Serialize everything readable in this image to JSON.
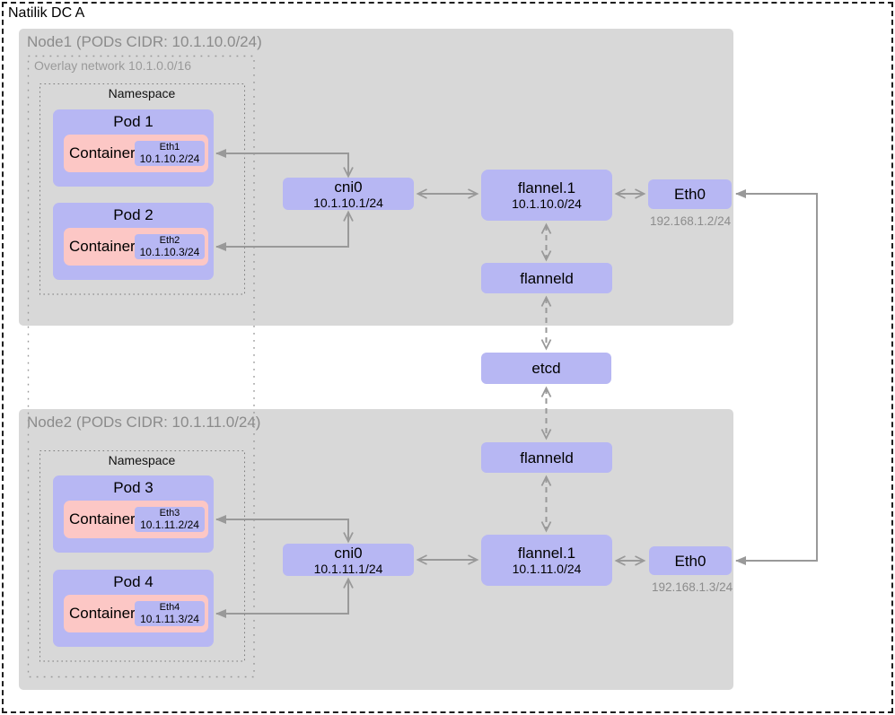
{
  "page_title": "Natilik DC A",
  "overlay": {
    "label": "Overlay network 10.1.0.0/16"
  },
  "etcd": {
    "label": "etcd"
  },
  "colors": {
    "box_lavender": "#b7b7f3",
    "container_pink": "#fcc7c5",
    "node_gray": "#d8d8d8",
    "arrow_gray": "#999999",
    "muted_text": "#8b8b8b"
  },
  "nodes": [
    {
      "title": "Node1 (PODs CIDR: 10.1.10.0/24)",
      "namespace_label": "Namespace",
      "pods": [
        {
          "title": "Pod 1",
          "container_label": "Container",
          "eth_label": "Eth1",
          "eth_ip": "10.1.10.2/24"
        },
        {
          "title": "Pod 2",
          "container_label": "Container",
          "eth_label": "Eth2",
          "eth_ip": "10.1.10.3/24"
        }
      ],
      "cni0": {
        "label": "cni0",
        "ip": "10.1.10.1/24"
      },
      "flannel1": {
        "label": "flannel.1",
        "ip": "10.1.10.0/24"
      },
      "flanneld_label": "flanneld",
      "eth0": {
        "label": "Eth0",
        "ip": "192.168.1.2/24"
      }
    },
    {
      "title": "Node2 (PODs CIDR: 10.1.11.0/24)",
      "namespace_label": "Namespace",
      "pods": [
        {
          "title": "Pod 3",
          "container_label": "Container",
          "eth_label": "Eth3",
          "eth_ip": "10.1.11.2/24"
        },
        {
          "title": "Pod 4",
          "container_label": "Container",
          "eth_label": "Eth4",
          "eth_ip": "10.1.11.3/24"
        }
      ],
      "cni0": {
        "label": "cni0",
        "ip": "10.1.11.1/24"
      },
      "flannel1": {
        "label": "flannel.1",
        "ip": "10.1.11.0/24"
      },
      "flanneld_label": "flanneld",
      "eth0": {
        "label": "Eth0",
        "ip": "192.168.1.3/24"
      }
    }
  ]
}
